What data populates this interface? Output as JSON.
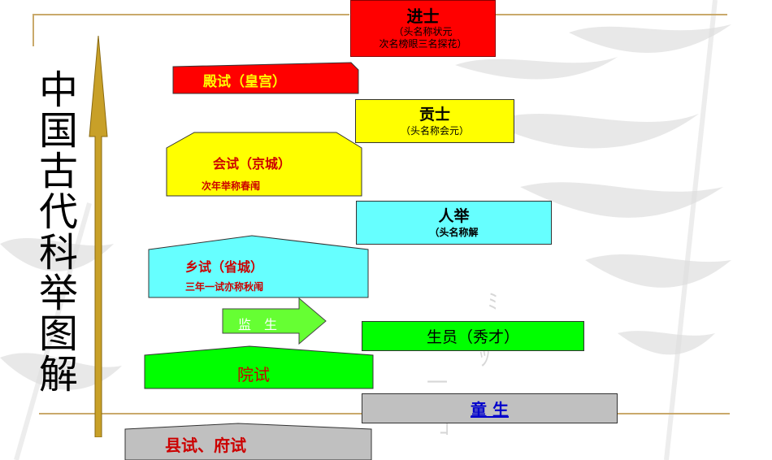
{
  "title": "中国古代科举图解",
  "colors": {
    "red": "#ff0000",
    "yellow": "#ffff00",
    "cyan": "#66ffff",
    "green": "#00ff00",
    "light_green": "#66ff33",
    "gray": "#c0c0c0",
    "arrow_gold": "#c8a028",
    "rule": "#c9a96b"
  },
  "exams": {
    "dianshi": "殿试（皇宫）",
    "huishi": {
      "label": "会试（京城）",
      "note": "次年举称春闱"
    },
    "xiangshi": {
      "label": "乡试（省城）",
      "note": "三年一试亦称秋闱"
    },
    "yuanshi": "院试",
    "xianshi": "县试、府试"
  },
  "ranks": {
    "jinshi": {
      "title": "进士",
      "line1": "（头名称状元",
      "line2": "次名榜眼三名探花）"
    },
    "gongshi": {
      "title": "贡士",
      "line1": "（头名称会元）"
    },
    "juren": {
      "title": "人举",
      "line1": "（头名称解"
    },
    "shengyuan": "生员（秀才）",
    "tongsheng": "童 生"
  },
  "jiansheng": "监　生"
}
